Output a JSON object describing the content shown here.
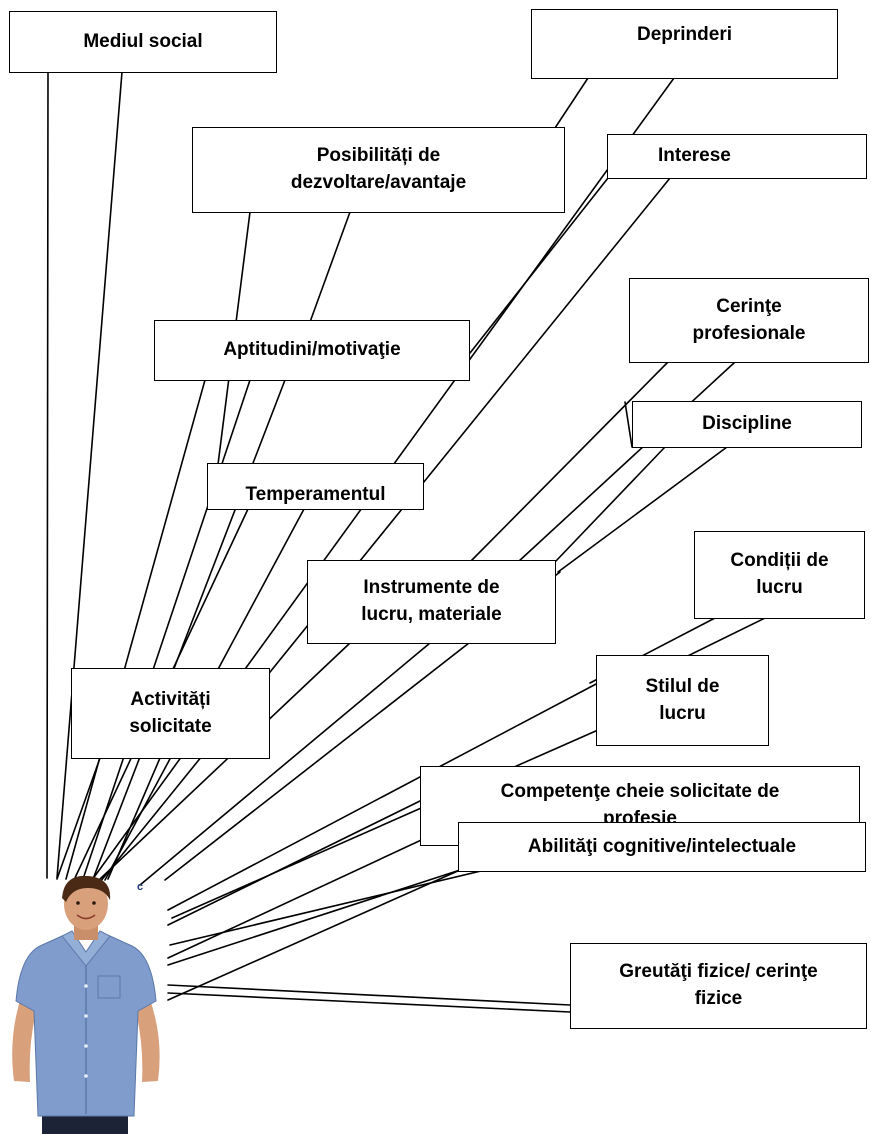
{
  "labels": {
    "mediul_social": "Mediul social",
    "deprinderi": "Deprinderi",
    "posibilitati_line1": "Posibilități de",
    "posibilitati_line2": "dezvoltare/avantaje",
    "interese": "Interese",
    "aptitudini": "Aptitudini/motivaţie",
    "cerinte_line1": "Cerinţe",
    "cerinte_line2": "profesionale",
    "discipline": "Discipline",
    "temperamentul": "Temperamentul",
    "instrumente_line1": "Instrumente de",
    "instrumente_line2": "lucru, materiale",
    "conditii_line1": "Condiții de",
    "conditii_line2": "lucru",
    "activitati_line1": "Activități",
    "activitati_line2": "solicitate",
    "stilul_line1": "Stilul de",
    "stilul_line2": "lucru",
    "competente_line1": "Competenţe cheie solicitate de",
    "competente_line2": "profesie",
    "abilitati": "Abilităţi cognitive/intelectuale",
    "greutati_line1": "Greutăţi fizice/ cerinţe",
    "greutati_line2": "fizice",
    "corner_mark": "c"
  },
  "colors": {
    "shirt": "#7f9ccc",
    "skin": "#d9a07c",
    "hair": "#4a2a14",
    "pants": "#1d2336",
    "line": "#000000"
  }
}
